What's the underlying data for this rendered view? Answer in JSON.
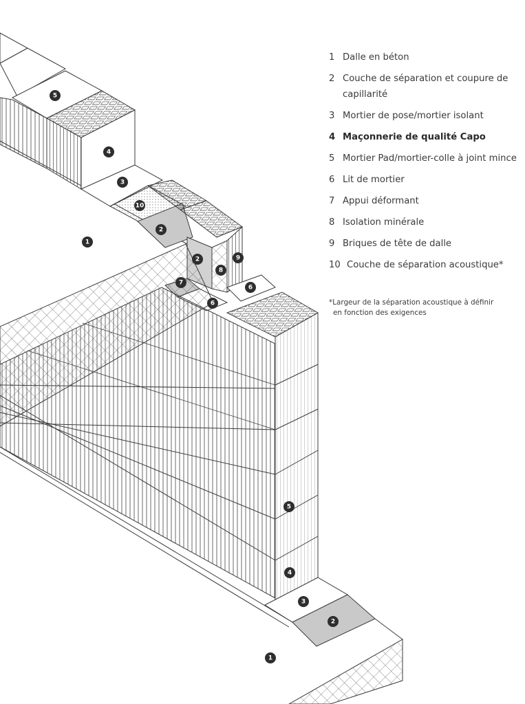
{
  "legend": [
    {
      "num": "1",
      "text": "Dalle en béton",
      "bold": false
    },
    {
      "num": "2",
      "text": "Couche de séparation et coupure de capillarité",
      "bold": false
    },
    {
      "num": "3",
      "text": "Mortier de pose/mortier isolant",
      "bold": false
    },
    {
      "num": "4",
      "text": "Maçonnerie de qualité Capo",
      "bold": true
    },
    {
      "num": "5",
      "text": "Mortier Pad/mortier-colle à joint mince",
      "bold": false
    },
    {
      "num": "6",
      "text": "Lit de mortier",
      "bold": false
    },
    {
      "num": "7",
      "text": "Appui déformant",
      "bold": false
    },
    {
      "num": "8",
      "text": "Isolation minérale",
      "bold": false
    },
    {
      "num": "9",
      "text": "Briques de tête de dalle",
      "bold": false
    },
    {
      "num": "10",
      "text": "Couche de séparation acoustique*",
      "bold": false
    }
  ],
  "footnote": {
    "line1": "*Largeur de la séparation acoustique à définir",
    "line2": "en fonction des exigences"
  },
  "callouts": [
    {
      "id": "c5a",
      "label": "5"
    },
    {
      "id": "c4a",
      "label": "4"
    },
    {
      "id": "c3a",
      "label": "3"
    },
    {
      "id": "c10",
      "label": "10"
    },
    {
      "id": "c2a",
      "label": "2"
    },
    {
      "id": "c1a",
      "label": "1"
    },
    {
      "id": "c2b",
      "label": "2"
    },
    {
      "id": "c9",
      "label": "9"
    },
    {
      "id": "c8",
      "label": "8"
    },
    {
      "id": "c7",
      "label": "7"
    },
    {
      "id": "c6a",
      "label": "6"
    },
    {
      "id": "c6b",
      "label": "6"
    },
    {
      "id": "c5b",
      "label": "5"
    },
    {
      "id": "c4b",
      "label": "4"
    },
    {
      "id": "c3b",
      "label": "3"
    },
    {
      "id": "c2c",
      "label": "2"
    },
    {
      "id": "c1b",
      "label": "1"
    }
  ],
  "colors": {
    "line": "#3a3a3a",
    "separation_layer": "#c9c9c9",
    "acoustic_layer": "#d8d8d8",
    "callout": "#2e2e2e"
  }
}
